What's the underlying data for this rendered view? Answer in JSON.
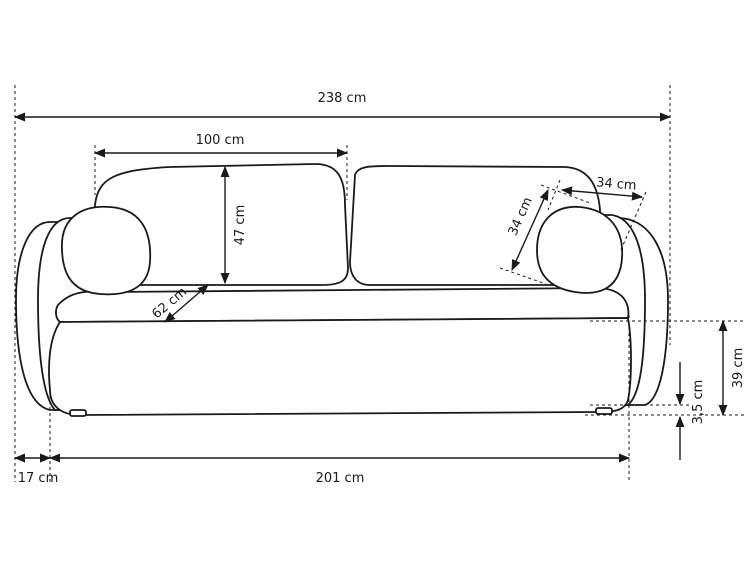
{
  "dimensions": {
    "overall_width": "238 cm",
    "back_cushion_width": "100 cm",
    "back_cushion_height": "47 cm",
    "seat_depth": "62 cm",
    "pillow_height": "34 cm",
    "pillow_width": "34 cm",
    "seat_height": "39 cm",
    "leg_height": "3,5 cm",
    "arm_width": "17 cm",
    "inner_width": "201 cm"
  }
}
